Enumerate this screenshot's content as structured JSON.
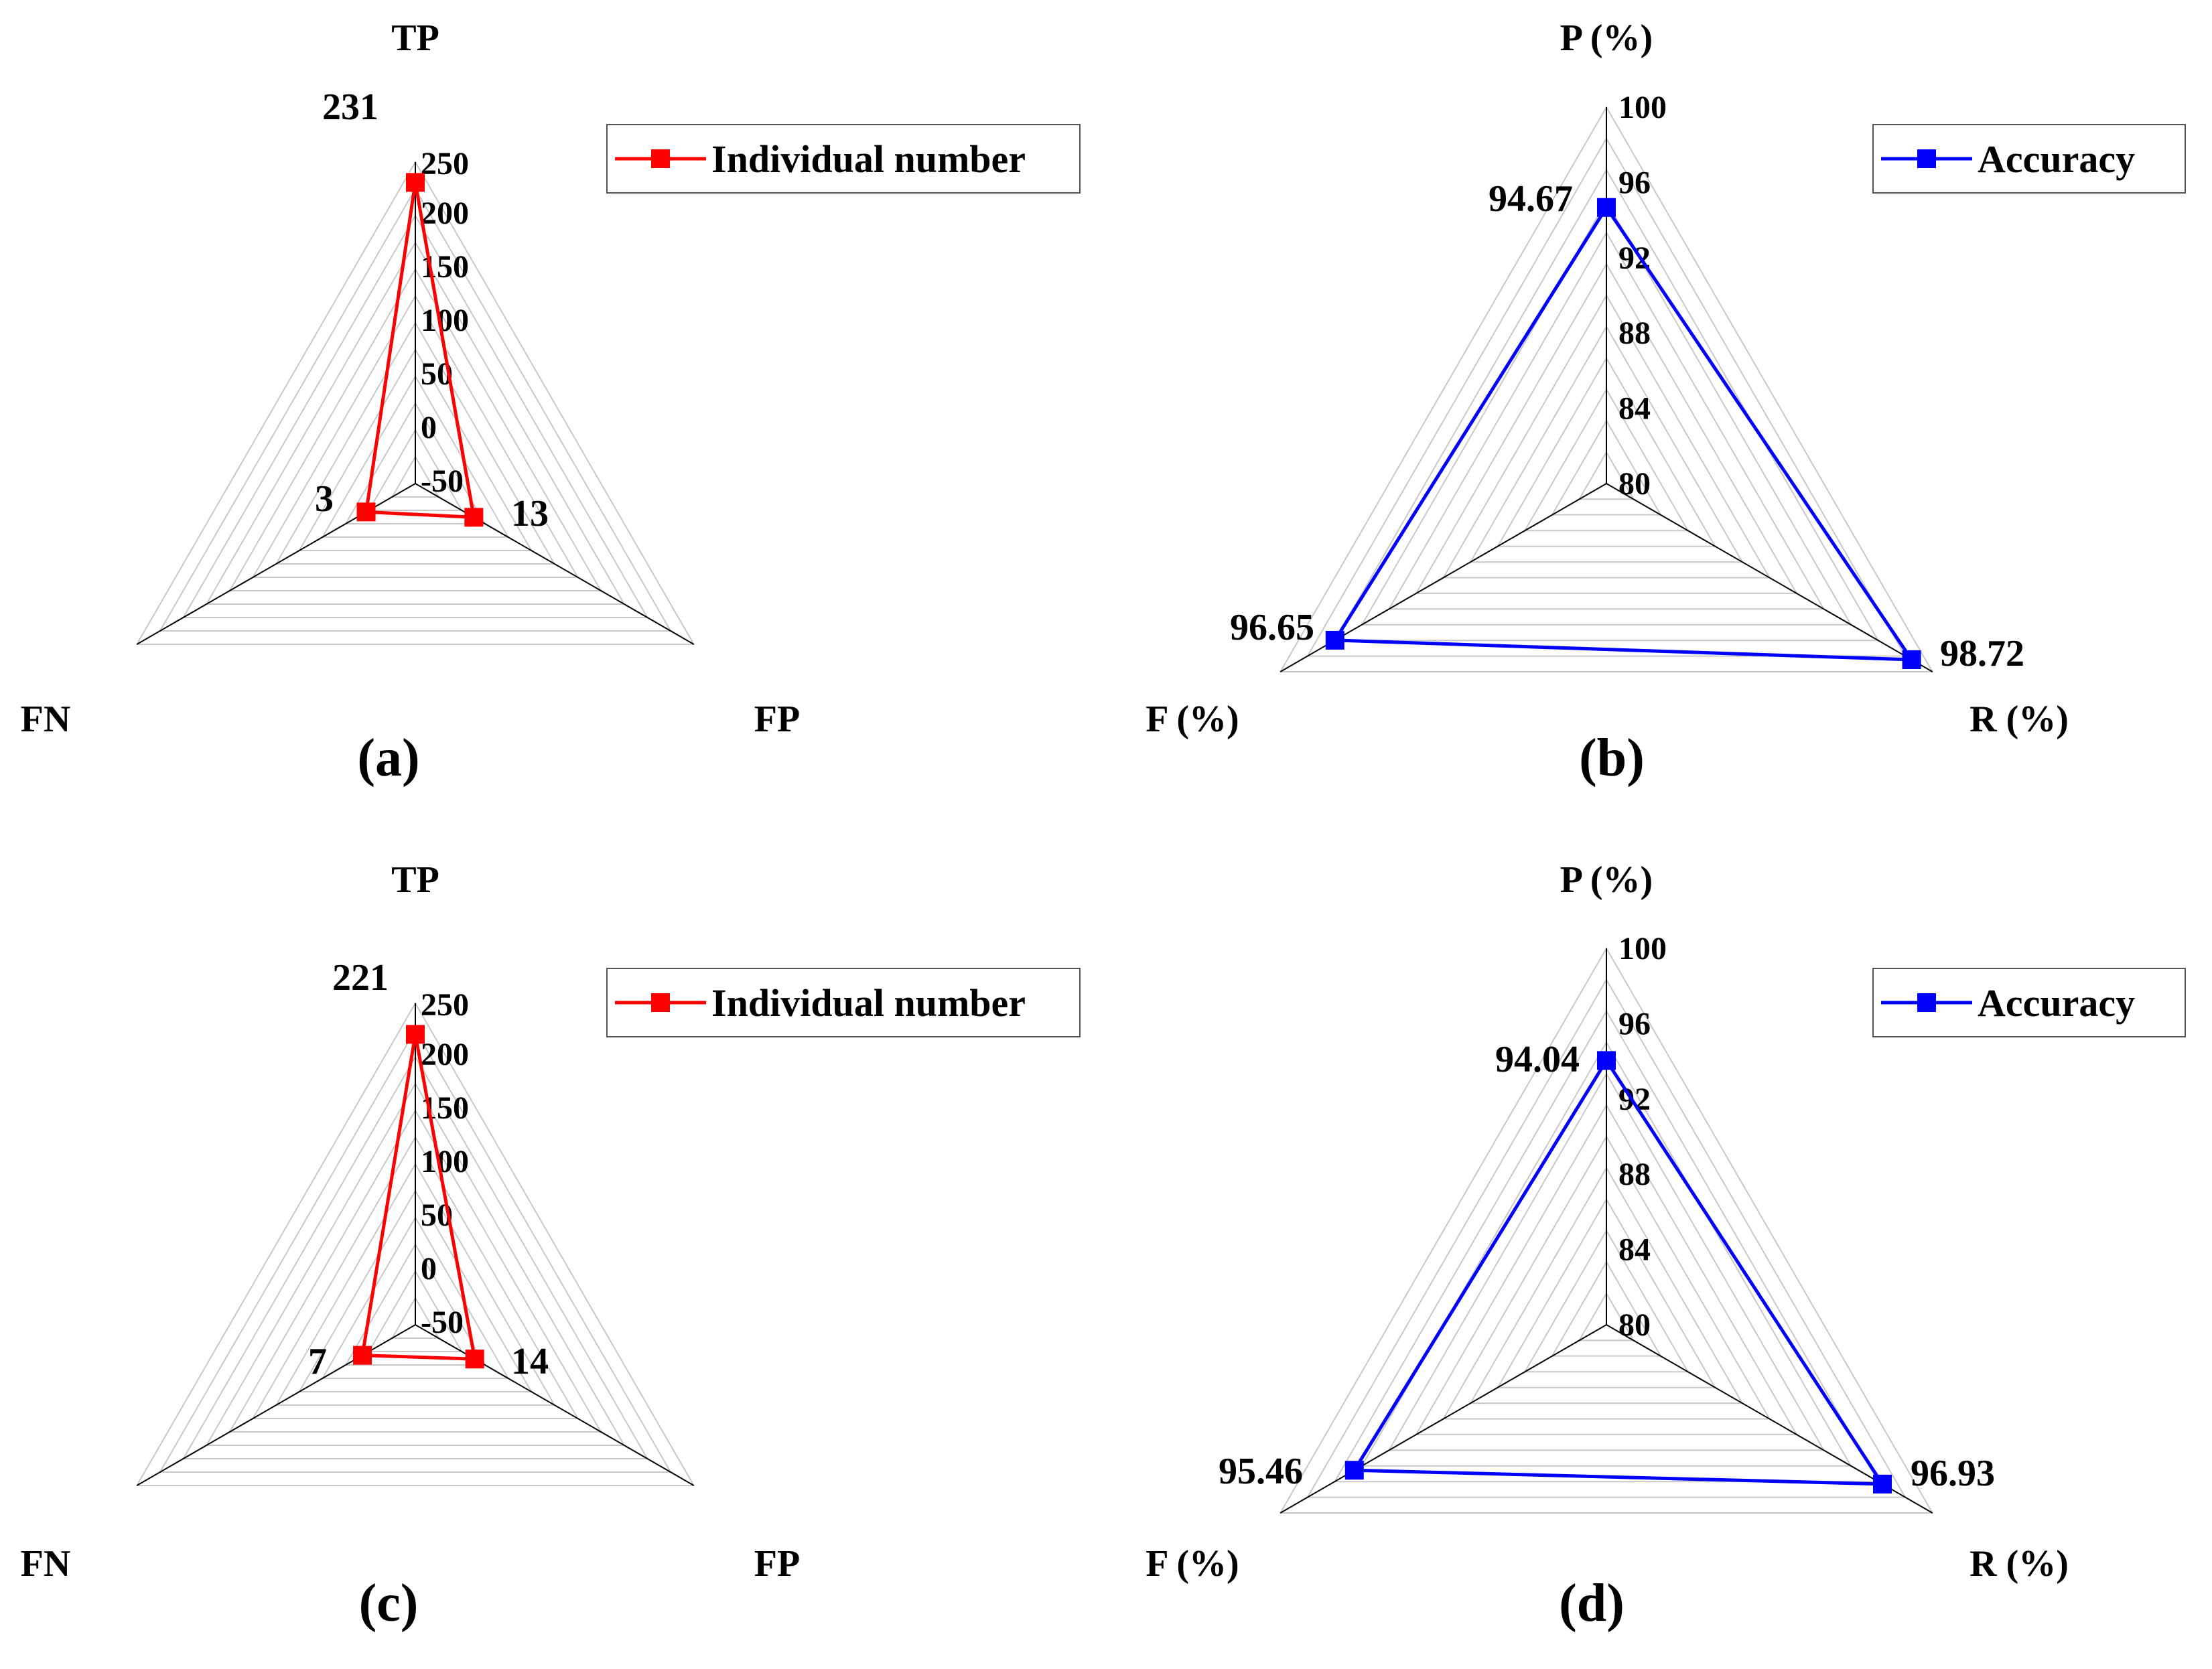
{
  "colors": {
    "individual": "#ff0000",
    "accuracy": "#0000ff",
    "ring": "#c8c8c8",
    "axis": "#000000"
  },
  "chart_data": [
    {
      "type": "radar",
      "panel_label": "(a)",
      "axes": [
        "TP",
        "FP",
        "FN"
      ],
      "ticks": [
        "250",
        "200",
        "150",
        "100",
        "50",
        "0",
        "-50"
      ],
      "range": [
        -50,
        250
      ],
      "series": [
        {
          "name": "Individual number",
          "values": [
            231,
            13,
            3
          ],
          "value_labels": [
            "231",
            "13",
            "3"
          ]
        }
      ],
      "legend_position": "top-right"
    },
    {
      "type": "radar",
      "panel_label": "(b)",
      "axes": [
        "P (%)",
        "R (%)",
        "F (%)"
      ],
      "ticks": [
        "100",
        "96",
        "92",
        "88",
        "84",
        "80"
      ],
      "range": [
        80,
        100
      ],
      "series": [
        {
          "name": "Accuracy",
          "values": [
            94.67,
            98.72,
            96.65
          ],
          "value_labels": [
            "94.67",
            "98.72",
            "96.65"
          ]
        }
      ],
      "legend_position": "top-right"
    },
    {
      "type": "radar",
      "panel_label": "(c)",
      "axes": [
        "TP",
        "FP",
        "FN"
      ],
      "ticks": [
        "250",
        "200",
        "150",
        "100",
        "50",
        "0",
        "-50"
      ],
      "range": [
        -50,
        250
      ],
      "series": [
        {
          "name": "Individual number",
          "values": [
            221,
            14,
            7
          ],
          "value_labels": [
            "221",
            "14",
            "7"
          ]
        }
      ],
      "legend_position": "top-right"
    },
    {
      "type": "radar",
      "panel_label": "(d)",
      "axes": [
        "P (%)",
        "R (%)",
        "F (%)"
      ],
      "ticks": [
        "100",
        "96",
        "92",
        "88",
        "84",
        "80"
      ],
      "range": [
        80,
        100
      ],
      "series": [
        {
          "name": "Accuracy",
          "values": [
            94.04,
            96.93,
            95.46
          ],
          "value_labels": [
            "94.04",
            "96.93",
            "95.46"
          ]
        }
      ],
      "legend_position": "top-right"
    }
  ]
}
